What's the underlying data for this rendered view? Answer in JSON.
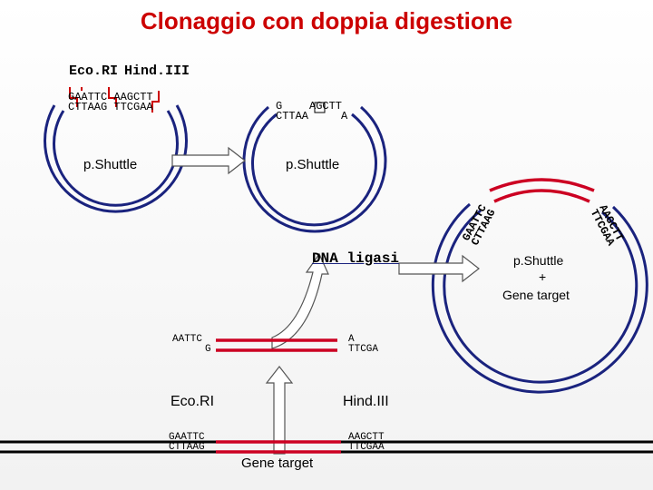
{
  "title": "Clonaggio con doppia digestione",
  "enzymes_header": {
    "ecori": "Eco.RI",
    "hindiii": "Hind.III"
  },
  "plasmid_1": {
    "seq_top": "GAATTC AAGCTT",
    "seq_bottom": "CTTAAG TTCGAA",
    "label": "p.Shuttle"
  },
  "plasmid_2": {
    "seq_top_left": "G",
    "seq_top_right": "AGCTT",
    "seq_bottom_left": "CTTAA",
    "seq_bottom_right": "A",
    "label": "p.Shuttle"
  },
  "ligase_label": "DNA ligasi",
  "plasmid_3": {
    "left_top": "GAATTC",
    "left_bottom": "CTTAAG",
    "right_top": "AAGCTT",
    "right_bottom": "TTCGAA",
    "label_line1": "p.Shuttle",
    "label_line2": "+",
    "label_line3": "Gene target"
  },
  "insert_cut": {
    "left_top": "AATTC",
    "left_bottom": "G",
    "right_top": "A",
    "right_bottom": "TTCGA"
  },
  "enzyme_labels": {
    "left": "Eco.RI",
    "right": "Hind.III"
  },
  "gene_sites": {
    "left_top": "GAATTC",
    "left_bottom": "CTTAAG",
    "right_top": "AAGCTT",
    "right_bottom": "TTCGAA"
  },
  "gene_label": "Gene target",
  "colors": {
    "title": "#cc0000",
    "plasmid_blue": "#1a237e",
    "insert_red": "#cc0022",
    "arrow_fill": "#ffffff"
  }
}
